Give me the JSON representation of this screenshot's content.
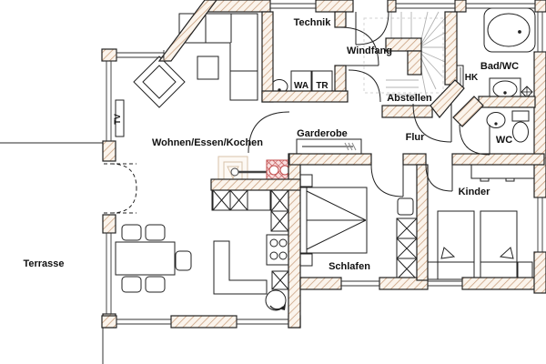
{
  "plan": {
    "type": "architectural floor plan (ground floor, German labels)",
    "rooms": {
      "wohnen": {
        "label": "Wohnen/Essen/Kochen"
      },
      "technik": {
        "label": "Technik"
      },
      "windfang": {
        "label": "Windfang"
      },
      "abstellen": {
        "label": "Abstellen"
      },
      "bad": {
        "label": "Bad/WC"
      },
      "wc": {
        "label": "WC"
      },
      "flur": {
        "label": "Flur"
      },
      "garderobe": {
        "label": "Garderobe"
      },
      "schlafen": {
        "label": "Schlafen"
      },
      "kinder": {
        "label": "Kinder"
      },
      "terrasse": {
        "label": "Terrasse"
      }
    },
    "equipment": {
      "washing_machine": "WA",
      "dryer": "TR",
      "radiator": "HK",
      "tv": "TV"
    },
    "colors": {
      "wall_hatch_line": "#c79d7b",
      "wall_hatch_bg": "#fbf4ec",
      "outline": "#222222",
      "chimney_red": "#c04848",
      "chimney_bg": "#f9dede",
      "fireplace_faint": "#d8c2aa",
      "stair_gray": "#b3b3b3",
      "text": "#111111"
    }
  }
}
